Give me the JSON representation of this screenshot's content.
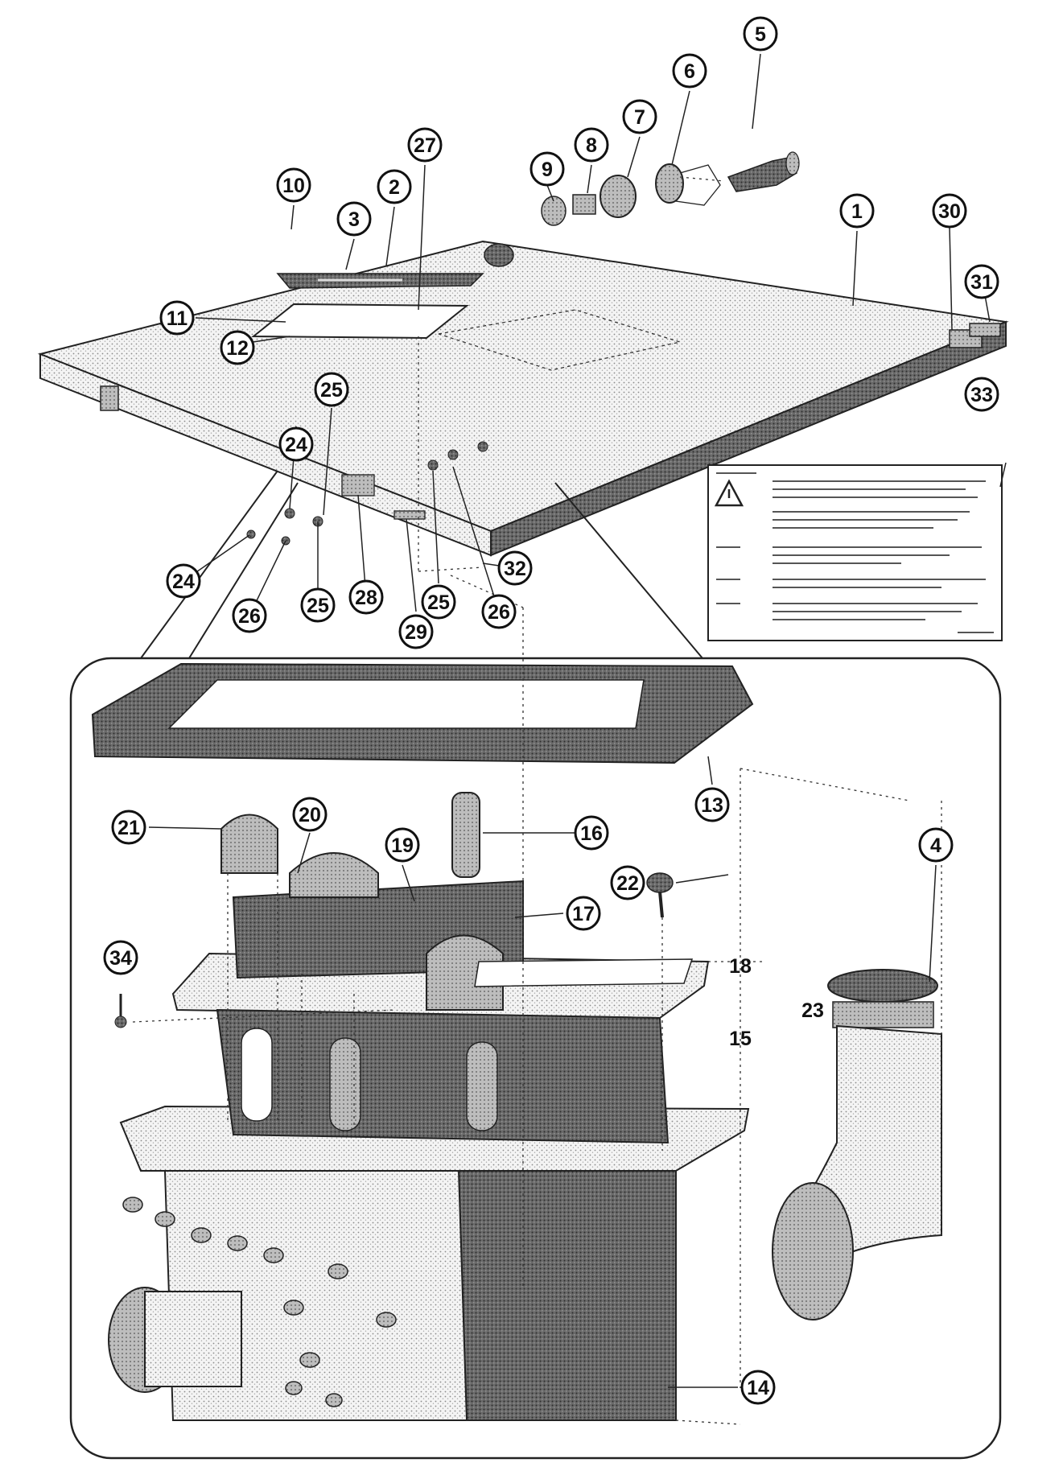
{
  "diagram": {
    "callouts": [
      {
        "id": "1"
      },
      {
        "id": "2"
      },
      {
        "id": "3"
      },
      {
        "id": "4"
      },
      {
        "id": "5"
      },
      {
        "id": "6"
      },
      {
        "id": "7"
      },
      {
        "id": "8"
      },
      {
        "id": "9"
      },
      {
        "id": "10"
      },
      {
        "id": "11"
      },
      {
        "id": "12"
      },
      {
        "id": "13"
      },
      {
        "id": "14"
      },
      {
        "id": "15"
      },
      {
        "id": "16"
      },
      {
        "id": "17"
      },
      {
        "id": "18"
      },
      {
        "id": "19"
      },
      {
        "id": "20"
      },
      {
        "id": "21"
      },
      {
        "id": "22"
      },
      {
        "id": "23"
      },
      {
        "id": "24"
      },
      {
        "id": "24"
      },
      {
        "id": "25"
      },
      {
        "id": "25"
      },
      {
        "id": "25"
      },
      {
        "id": "26"
      },
      {
        "id": "26"
      },
      {
        "id": "27"
      },
      {
        "id": "28"
      },
      {
        "id": "29"
      },
      {
        "id": "30"
      },
      {
        "id": "31"
      },
      {
        "id": "32"
      },
      {
        "id": "33"
      },
      {
        "id": "34"
      }
    ]
  },
  "colors": {
    "line": "#1a1a1a",
    "stipple": "#9a9a9a",
    "dark_part": "#4a4a4a",
    "background": "#ffffff"
  }
}
